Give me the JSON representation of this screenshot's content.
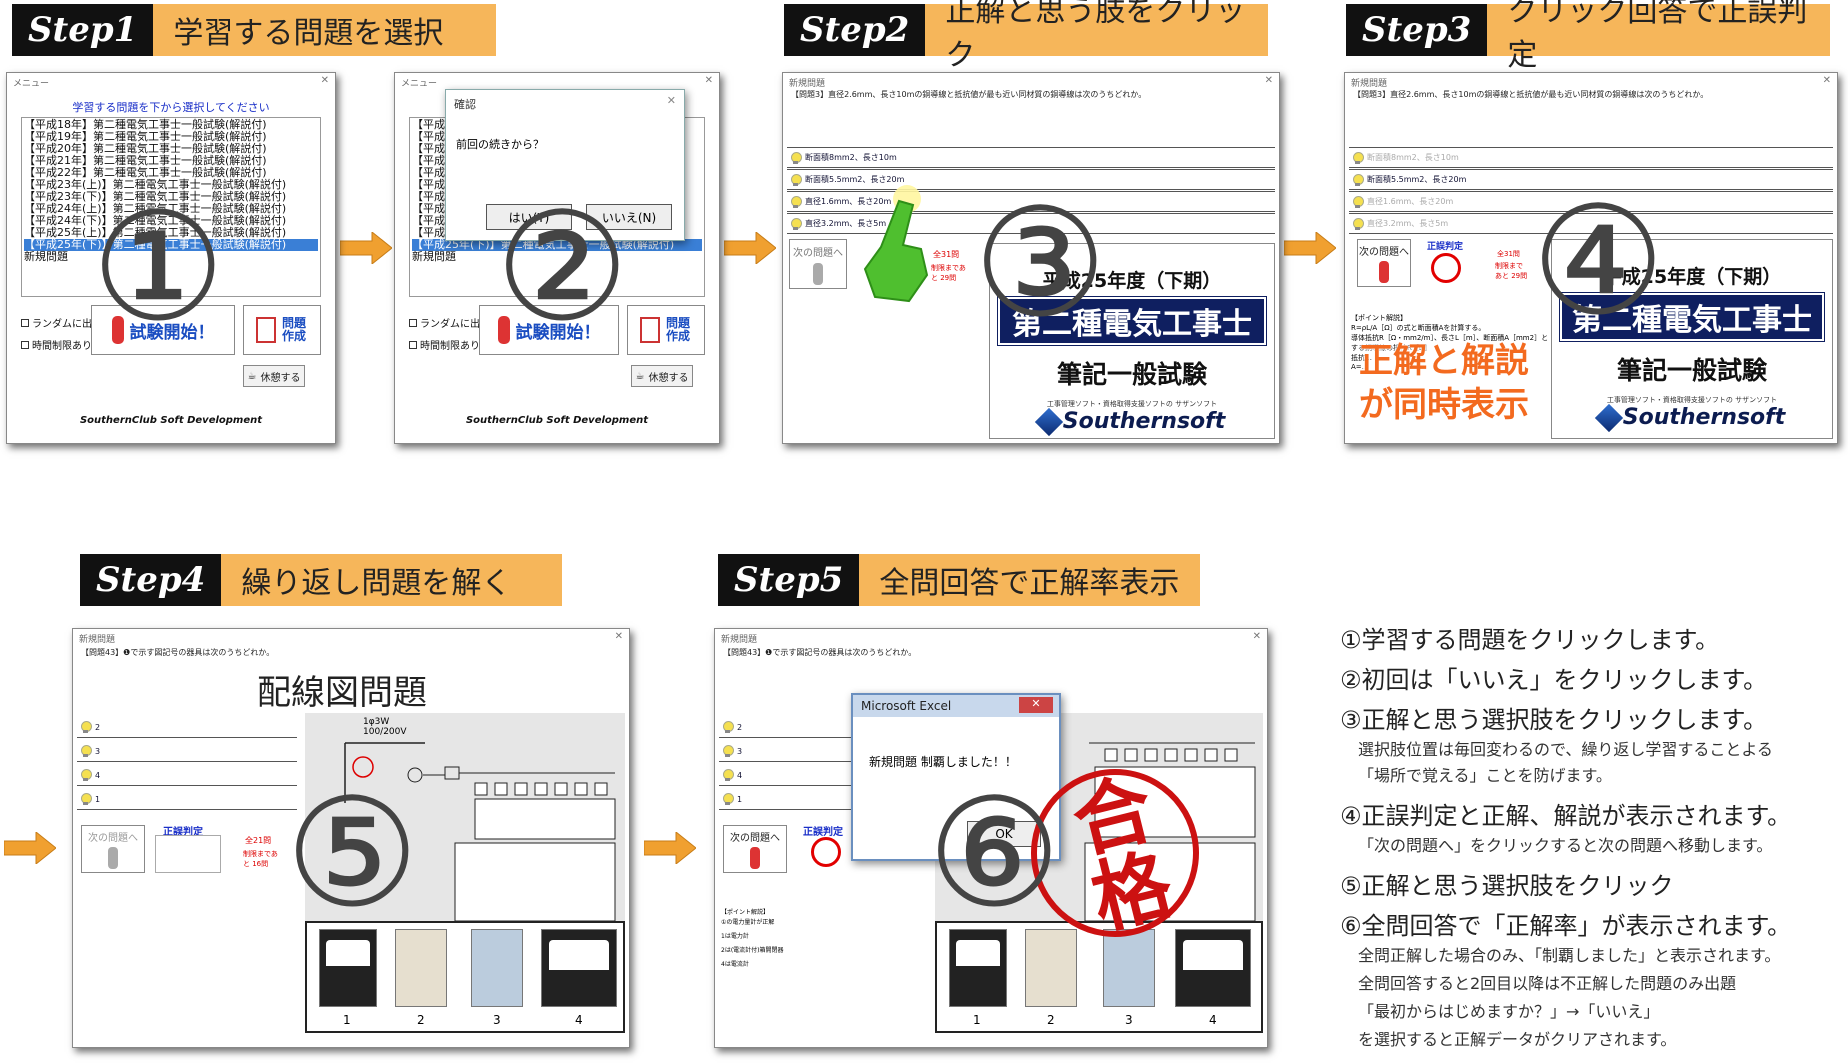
{
  "steps": [
    {
      "key": "Step1",
      "text": "学習する問題を選択"
    },
    {
      "key": "Step2",
      "text": "正解と思う肢をクリック"
    },
    {
      "key": "Step3",
      "text": "クリック回答で正誤判定"
    },
    {
      "key": "Step4",
      "text": "繰り返し問題を解く"
    },
    {
      "key": "Step5",
      "text": "全問回答で正解率表示"
    }
  ],
  "menu": {
    "win_title": "メニュー",
    "prompt": "学習する問題を下から選択してください",
    "items": [
      "【平成18年】第二種電気工事士一般試験(解説付)",
      "【平成19年】第二種電気工事士一般試験(解説付)",
      "【平成20年】第二種電気工事士一般試験(解説付)",
      "【平成21年】第二種電気工事士一般試験(解説付)",
      "【平成22年】第二種電気工事士一般試験(解説付)",
      "【平成23年(上)】第二種電気工事士一般試験(解説付)",
      "【平成23年(下)】第二種電気工事士一般試験(解説付)",
      "【平成24年(上)】第二種電気工事士一般試験(解説付)",
      "【平成24年(下)】第二種電気工事士一般試験(解説付)",
      "【平成25年(上)】第二種電気工事士一般試験(解説付)",
      "【平成25年(下)】第二種電気工事士一般試験(解説付)",
      "新規問題"
    ],
    "random_label": "ランダムに出題",
    "timelimit_label": "時間制限あり",
    "start_label": "試験開始！",
    "make_label": "問題作成",
    "rest_label": "休憩する",
    "footer": "SouthernClub Soft Development"
  },
  "confirm": {
    "title": "確認",
    "message": "前回の続きから？",
    "yes": "はい(Y)",
    "no": "いいえ(N)"
  },
  "quiz": {
    "win_title": "新規問題",
    "question": "【問題3】直径2.6mm、長さ10mの銅導線と抵抗値が最も近い同材質の銅導線は次のうちどれか。",
    "choices": [
      "断面積8mm2、長さ10m",
      "断面積5.5mm2、長さ20m",
      "直径1.6mm、長さ20m",
      "直径3.2mm、長さ5m"
    ],
    "next_label": "次の問題へ",
    "judge_label": "正誤判定",
    "count": "全31問",
    "remaining": "制限まであと 29問",
    "year": "平成25年度（下期）",
    "band": "第二種電気工事士",
    "sub": "筆記一般試験",
    "brand_small": "工事管理ソフト・資格取得支援ソフトの サザンソフト",
    "brand": "Southernsoft",
    "explain_title": "【ポイント解説】",
    "explain_lines": [
      "R=ρL/A［Ω］の式と断面積Aを計算する。",
      "導体抵抗R［Ω・mm2/m］、長さL［m］、断面積A［mm2］とする銅導線の抵抗R［Ω］",
      "抵抗…",
      "A=…"
    ],
    "overlay": "正解と解説が同時表示"
  },
  "wiring": {
    "win_title": "新規問題",
    "question": "【問題43】❶で示す図記号の器具は次のうちどれか。",
    "heading": "配線図問題",
    "choices": [
      "2",
      "3",
      "4",
      "1"
    ],
    "next_label": "次の問題へ",
    "judge_label": "正誤判定",
    "count": "全21問",
    "remaining": "制限まであと 16問",
    "source": "1φ3W 100/200V",
    "meter_labels": [
      "1",
      "2",
      "3",
      "4"
    ]
  },
  "result": {
    "dialog_title": "Microsoft Excel",
    "dialog_msg": "新規問題 制覇しました！！",
    "ok": "OK",
    "stamp": "合格",
    "explain_title": "【ポイント解説】",
    "explain_lines": [
      "①の電力量計が正解",
      "1は電力計",
      "2は(電流計付)箱開閉器",
      "4は電流計"
    ]
  },
  "circled": [
    "①",
    "②",
    "③",
    "④",
    "⑤",
    "⑥"
  ],
  "instructions": [
    {
      "main": "①学習する問題をクリックします。",
      "sub": []
    },
    {
      "main": "②初回は「いいえ」をクリックします。",
      "sub": []
    },
    {
      "main": "③正解と思う選択肢をクリックします。",
      "sub": [
        "選択肢位置は毎回変わるので、繰り返し学習することよる",
        "「場所で覚える」ことを防げます。"
      ]
    },
    {
      "main": "④正誤判定と正解、解説が表示されます。",
      "sub": [
        "「次の問題へ」をクリックすると次の問題へ移動します。"
      ]
    },
    {
      "main": "⑤正解と思う選択肢をクリック",
      "sub": []
    },
    {
      "main": "⑥全問回答で「正解率」が表示されます。",
      "sub": [
        "全問正解した場合のみ、「制覇しました」と表示されます。",
        "全問回答すると2回目以降は不正解した問題のみ出題",
        "「最初からはじめますか？」→「いいえ」",
        "を選択すると正解データがクリアされます。"
      ]
    }
  ],
  "colors": {
    "accent": "#f6b65a",
    "arrow": "#f0a030",
    "navy": "#0f1f60",
    "red": "#e20000"
  }
}
